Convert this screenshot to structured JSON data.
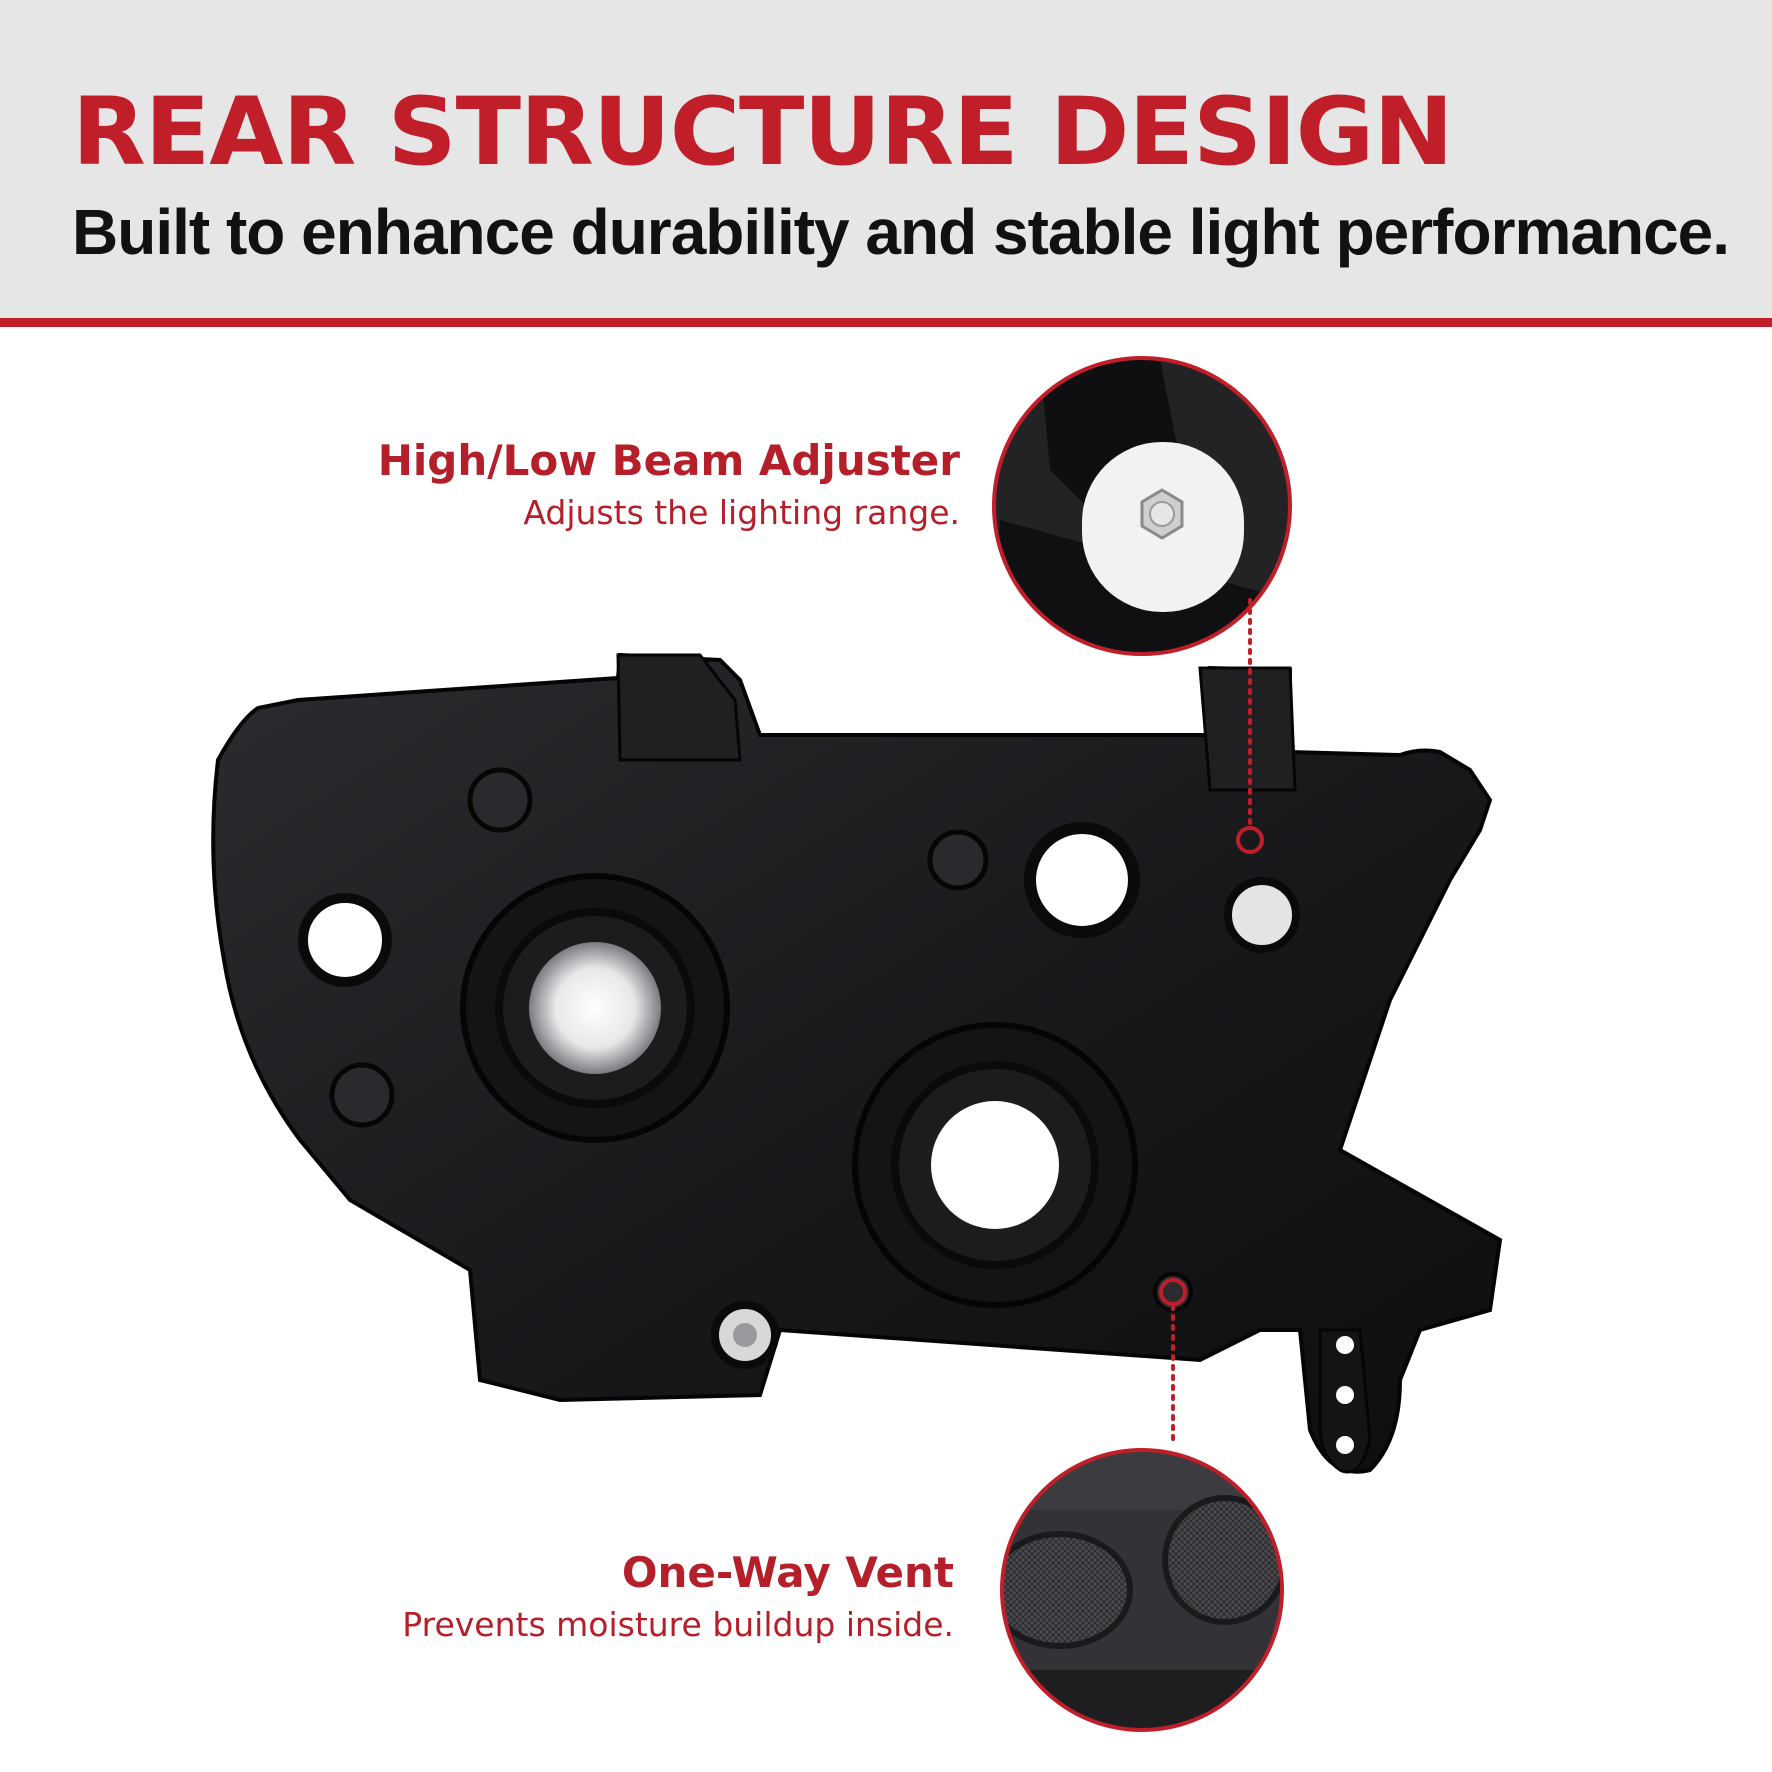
{
  "header": {
    "title": "REAR STRUCTURE DESIGN",
    "subtitle": "Built to enhance durability and stable light performance."
  },
  "callouts": {
    "adjuster": {
      "title": "High/Low Beam Adjuster",
      "text": "Adjusts the lighting range."
    },
    "vent": {
      "title": "One-Way Vent",
      "text": "Prevents moisture buildup inside."
    }
  },
  "colors": {
    "accent": "#c01f2a",
    "header_bg": "#e6e6e6",
    "housing": "#1a1a1c"
  },
  "icons": {
    "adjuster_zoom": "adjuster-bolt-icon",
    "vent_zoom": "vent-mesh-icon"
  }
}
